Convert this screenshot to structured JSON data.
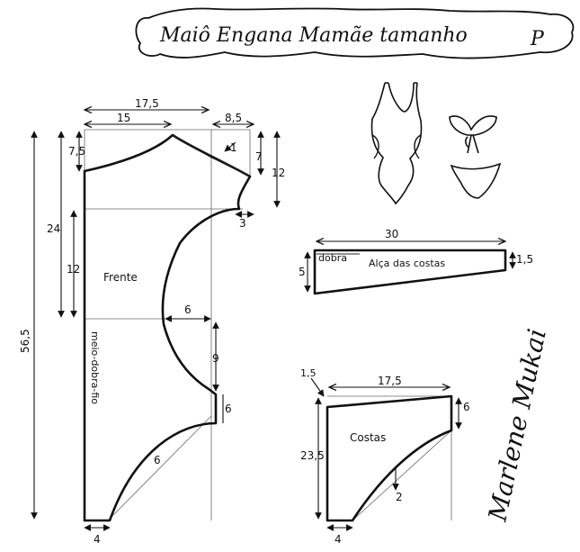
{
  "title": {
    "text": "Maiô Engana Mamãe tamanho",
    "size": "P"
  },
  "front": {
    "label": "Frente",
    "fold_label": "meio-dobra-fio",
    "dims": {
      "top_total": "17,5",
      "top_left": "15",
      "top_right": "8,5",
      "shoulder_drop": "7,5",
      "armhole_side": "7",
      "armhole_height": "12",
      "strap_tip": "1",
      "armhole_bottom": "3",
      "upper_height": "24",
      "mid_height": "12",
      "total_height": "56,5",
      "waist_in": "6",
      "hip_gap": "9",
      "side_straight": "6",
      "crotch_curve": "6",
      "crotch_width": "4"
    }
  },
  "strap": {
    "label": "Alça das costas",
    "fold_label": "dobra",
    "dims": {
      "length": "30",
      "height": "5",
      "end_height": "1,5"
    }
  },
  "back": {
    "label": "Costas",
    "dims": {
      "corner": "1,5",
      "width": "17,5",
      "side": "6",
      "height": "23,5",
      "curve": "2",
      "crotch_width": "4"
    }
  },
  "signature": "Marlene Mukai",
  "colors": {
    "ink": "#111111",
    "paper": "#ffffff"
  }
}
